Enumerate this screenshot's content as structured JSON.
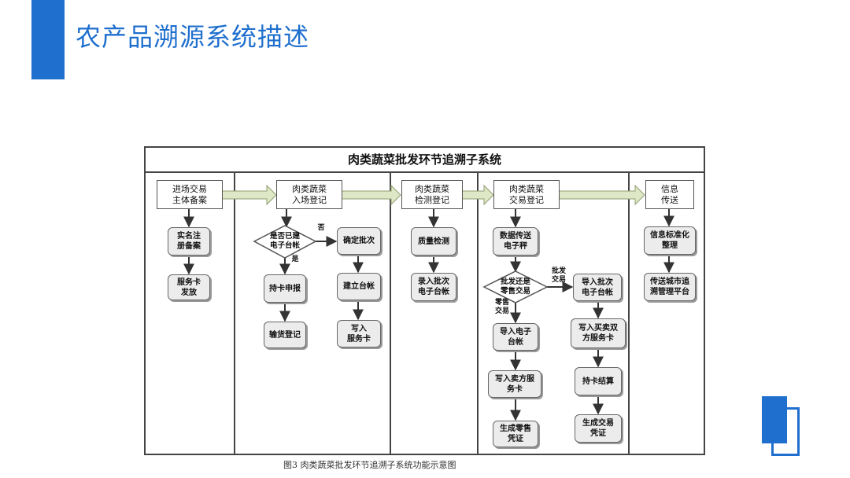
{
  "slide": {
    "title": "农产品溯源系统描述",
    "colors": {
      "accent": "#1f6fce",
      "phase_arrow": "#dfe8c6",
      "step_fill": "#ececec"
    }
  },
  "diagram": {
    "header": "肉类蔬菜批发环节追溯子系统",
    "caption": "图3  肉类蔬菜批发环节追溯子系统功能示意图",
    "phases": [
      "进场交易\n主体备案",
      "肉类蔬菜\n入场登记",
      "肉类蔬菜\n检测登记",
      "肉类蔬菜\n交易登记",
      "信息\n传送"
    ],
    "col1": {
      "steps": [
        "实名注\n册备案",
        "服务卡\n发放"
      ]
    },
    "col2": {
      "decision": "是否已建\n电子台帐",
      "yes_label": "是",
      "no_label": "否",
      "yes_steps": [
        "持卡申报",
        "输货登记"
      ],
      "no_steps": [
        "确定批次",
        "建立台帐",
        "写入\n服务卡"
      ]
    },
    "col3": {
      "steps": [
        "质量检测",
        "录入批次\n电子台帐"
      ]
    },
    "col4": {
      "first_step": "数据传送\n电子秤",
      "decision": "批发还是\n零售交易",
      "retail_label": "零售\n交易",
      "wholesale_label": "批发\n交易",
      "retail_steps": [
        "导入电子\n台帐",
        "写入卖方服\n务卡",
        "生成零售\n凭证"
      ],
      "wholesale_steps": [
        "导入批次\n电子台帐",
        "写入买卖双\n方服务卡",
        "持卡结算",
        "生成交易\n凭证"
      ]
    },
    "col5": {
      "steps": [
        "信息标准化\n整理",
        "传送城市追\n溯管理平台"
      ]
    }
  }
}
